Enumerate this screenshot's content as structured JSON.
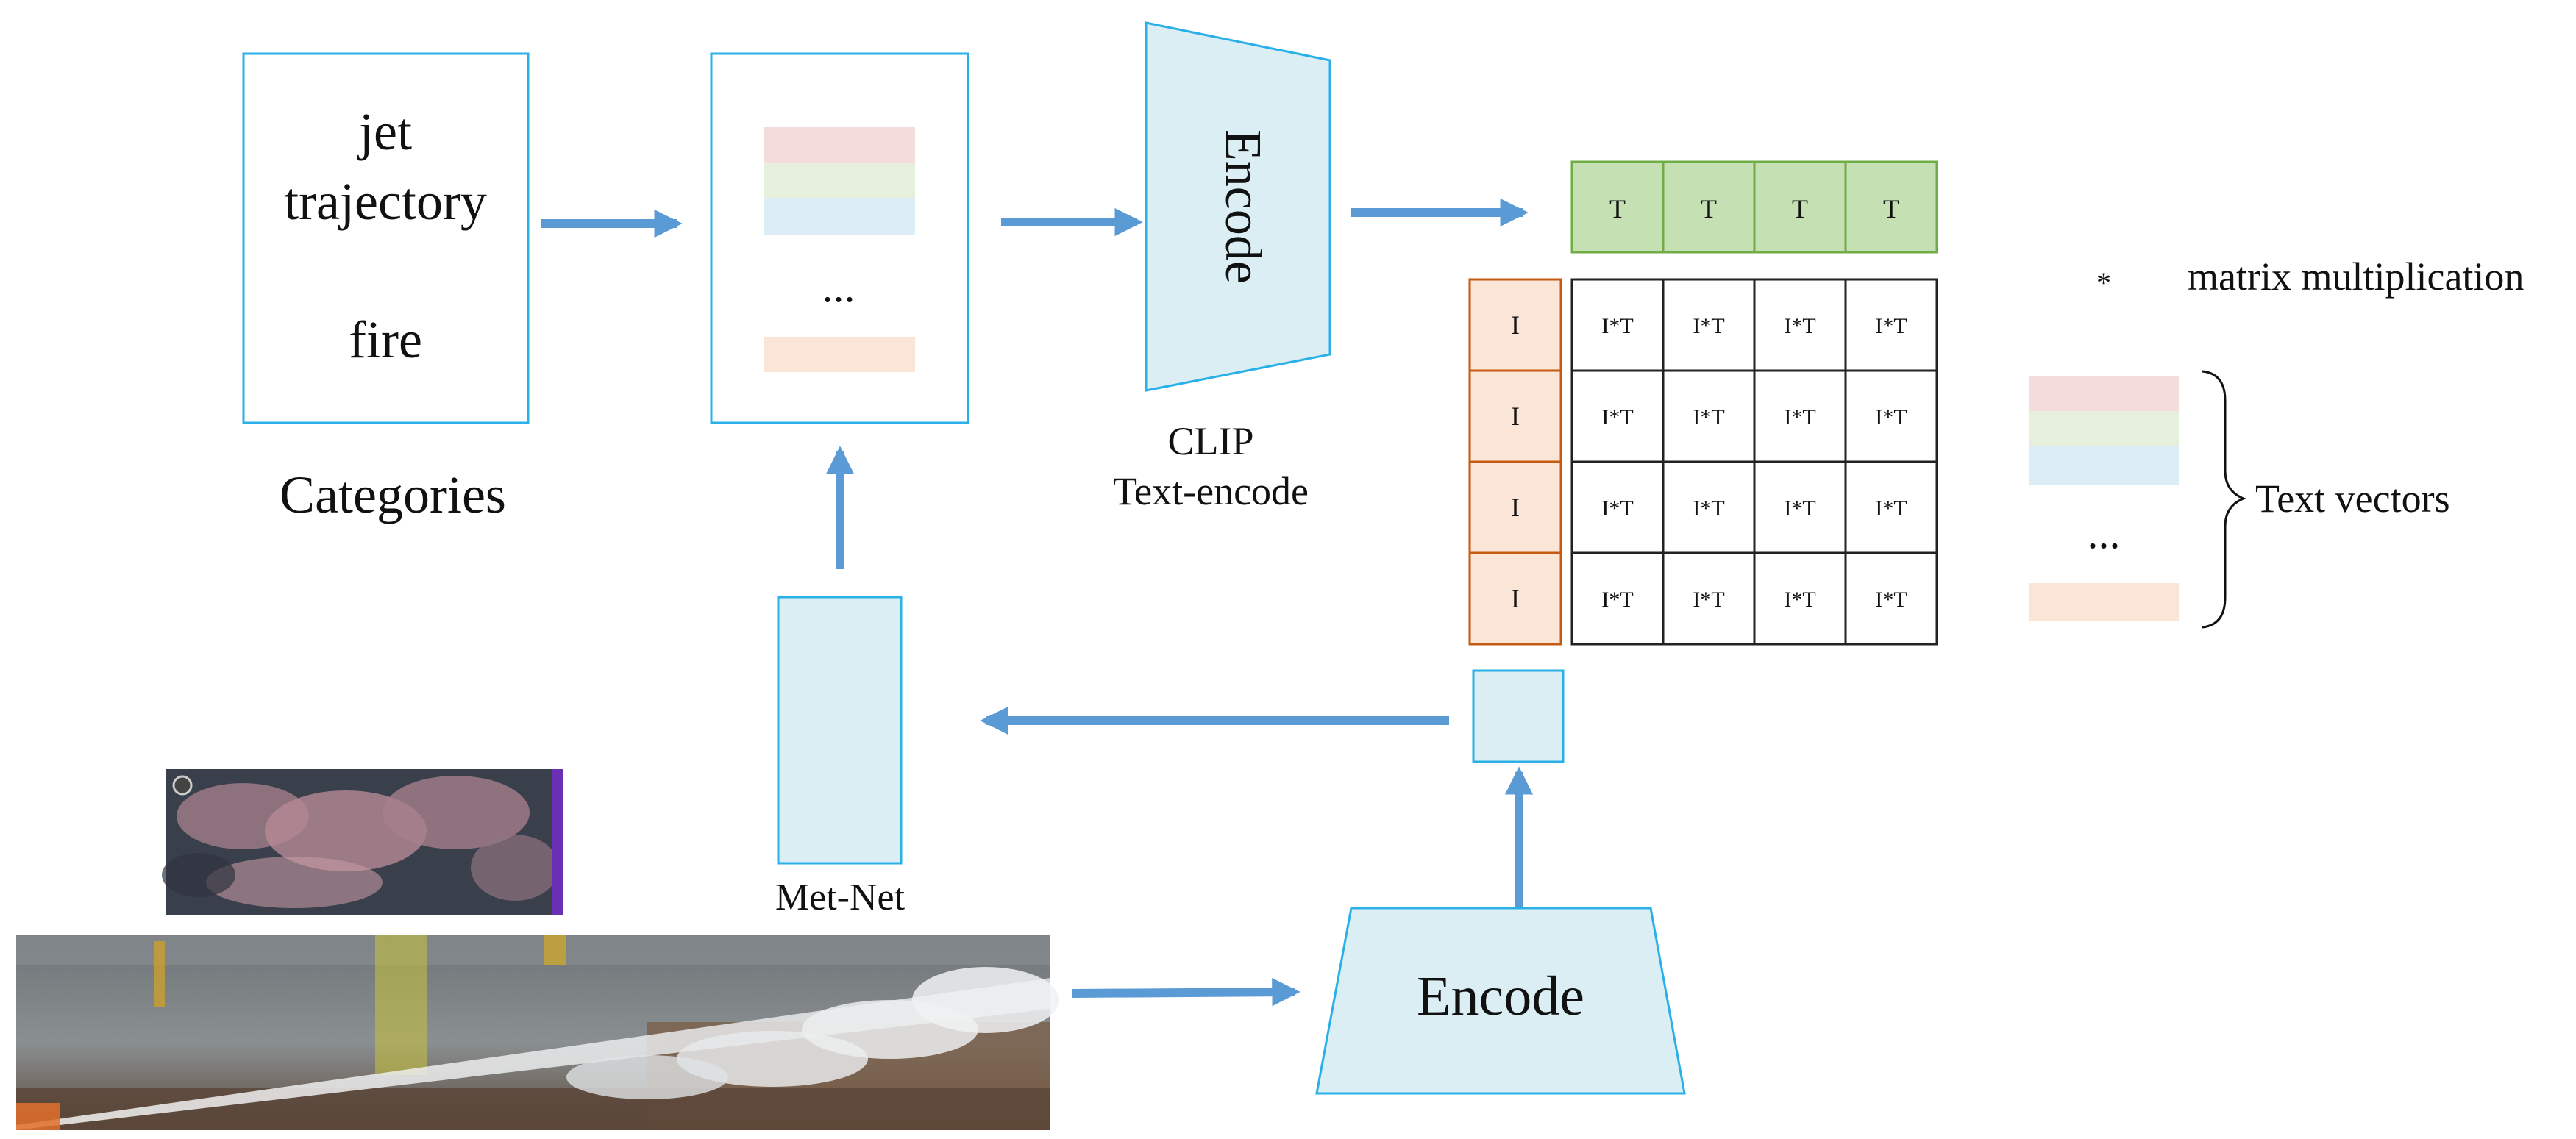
{
  "categories": {
    "items": [
      "jet",
      "trajectory",
      "fire"
    ],
    "label": "Categories"
  },
  "prompt_box": {
    "ellipsis": "..."
  },
  "text_encoder": {
    "block_label": "Encode",
    "caption_line1": "CLIP",
    "caption_line2": "Text-encode"
  },
  "image_encoder": {
    "block_label": "Encode"
  },
  "met_net": {
    "label": "Met-Net"
  },
  "matrix": {
    "text_cells": [
      "T",
      "T",
      "T",
      "T"
    ],
    "image_cells": [
      "I",
      "I",
      "I",
      "I"
    ],
    "product_label": "I*T"
  },
  "legend": {
    "star": "*",
    "star_text": "matrix multiplication",
    "ellipsis": "...",
    "text_vectors_label": "Text vectors"
  },
  "colors": {
    "box_border": "#2ab0e8",
    "arrow": "#5b9bd5",
    "block_fill": "#daeef4",
    "text_cell_fill": "#c5e0b3",
    "text_cell_border": "#70ad47",
    "image_cell_fill": "#fbe5d6",
    "image_cell_border": "#c55a11",
    "vec_pink": "#f4dcdc",
    "vec_green": "#e6f0dc",
    "vec_blue": "#dcedf5",
    "vec_peach": "#fbe5d6"
  }
}
